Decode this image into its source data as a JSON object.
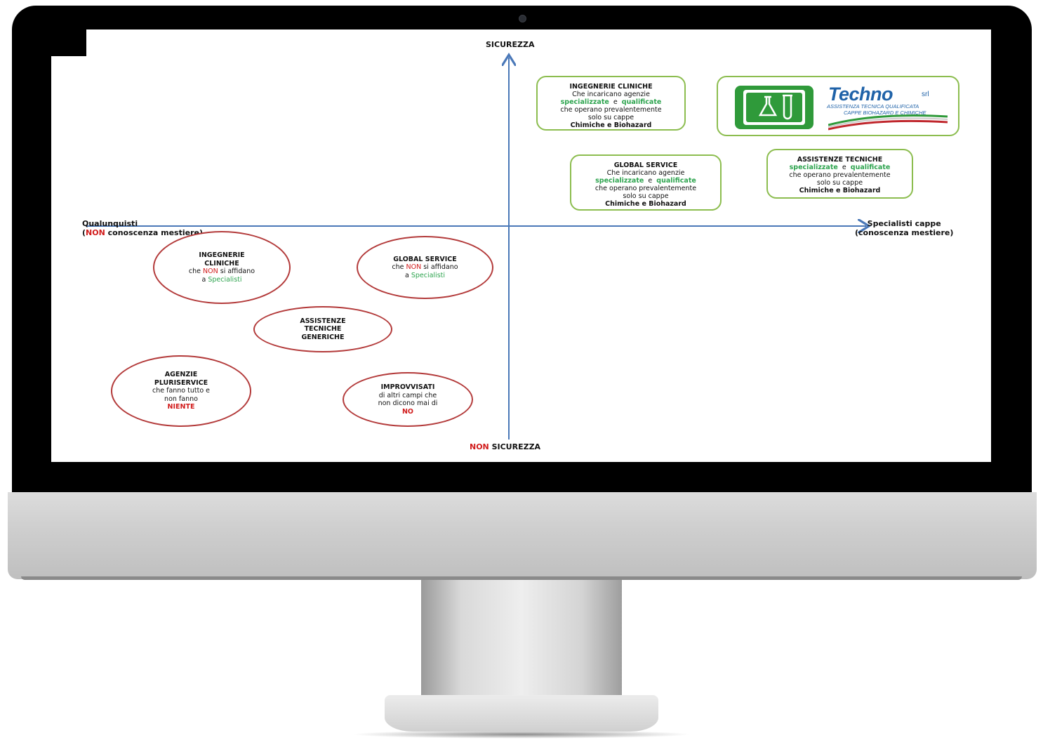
{
  "colors": {
    "axis": "#4a78b8",
    "green": "#2ea44f",
    "red": "#d11b1b",
    "green_border": "#8cbd4f",
    "red_border": "#b33a3a"
  },
  "axes": {
    "top": "SICUREZZA",
    "bottom_red": "NON",
    "bottom_rest": " SICUREZZA",
    "left_line1": "Qualunquisti",
    "left_open": "(",
    "left_red": "NON",
    "left_rest": " conoscenza mestiere)",
    "right_line1": "Specialisti cappe",
    "right_line2": "(conoscenza mestiere)"
  },
  "boxes": {
    "ing_cliniche": {
      "title": "INGEGNERIE CLINICHE",
      "l2": "Che incaricano agenzie",
      "g1": "specializzate",
      "e": "  e  ",
      "g2": "qualificate",
      "l4": "che operano prevalentemente",
      "l5": "solo su cappe",
      "l6": "Chimiche e Biohazard"
    },
    "global_service": {
      "title": "GLOBAL SERVICE",
      "l2": "Che incaricano agenzie",
      "g1": "specializzate",
      "e": "  e  ",
      "g2": "qualificate",
      "l4": "che operano prevalentemente",
      "l5": "solo su cappe",
      "l6": "Chimiche e Biohazard"
    },
    "assistenze": {
      "title": "ASSISTENZE TECNICHE",
      "g1": "specializzate",
      "e": "  e  ",
      "g2": "qualificate",
      "l3": "che operano prevalentemente",
      "l4": "solo su cappe",
      "l5": "Chimiche e Biohazard"
    }
  },
  "logo": {
    "name": "Techno",
    "srl": "srl",
    "sub1": "ASSISTENZA TECNICA QUALIFICATA",
    "sub2": "CAPPE BIOHAZARD E CHIMICHE"
  },
  "ellipses": {
    "ing": {
      "l1": "INGEGNERIE",
      "l2": "CLINICHE",
      "pre": "che ",
      "red": "NON",
      "post": " si affidano",
      "a": "a ",
      "green": "Specialisti"
    },
    "gs": {
      "l1": "GLOBAL SERVICE",
      "pre": "che ",
      "red": "NON",
      "post": " si affidano",
      "a": "a ",
      "green": "Specialisti"
    },
    "ass": {
      "l1": "ASSISTENZE",
      "l2": "TECNICHE",
      "l3": "GENERICHE"
    },
    "agenzie": {
      "l1": "AGENZIE",
      "l2": "PLURISERVICE",
      "l3": "che fanno tutto e",
      "l4": "non fanno",
      "red": "NIENTE"
    },
    "impr": {
      "l1": "IMPROVVISATI",
      "l2": "di altri campi che",
      "l3": "non dicono mai di",
      "red": "NO"
    }
  }
}
